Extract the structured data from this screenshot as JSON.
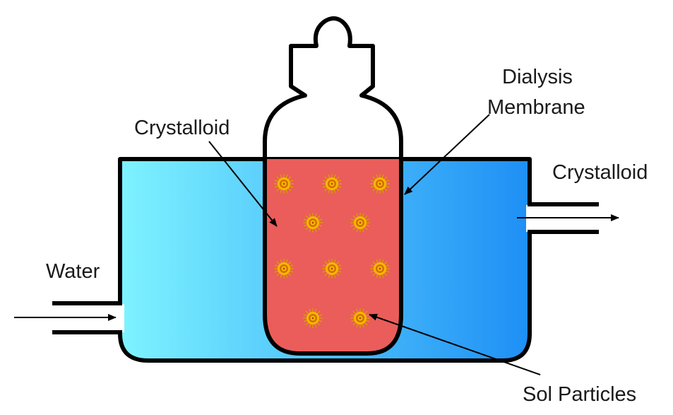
{
  "labels": {
    "crystalloid_left": "Crystalloid",
    "crystalloid_right": "Crystalloid",
    "dialysis_line1": "Dialysis",
    "dialysis_line2": "Membrane",
    "water": "Water",
    "sol_particles": "Sol Particles"
  },
  "colors": {
    "water_light": "#7ef3ff",
    "water_dark": "#1e8ff5",
    "sol_fill": "#ea5d5a",
    "particle_outer": "#f5b800",
    "particle_inner": "#c45a00",
    "outline": "#000000"
  }
}
